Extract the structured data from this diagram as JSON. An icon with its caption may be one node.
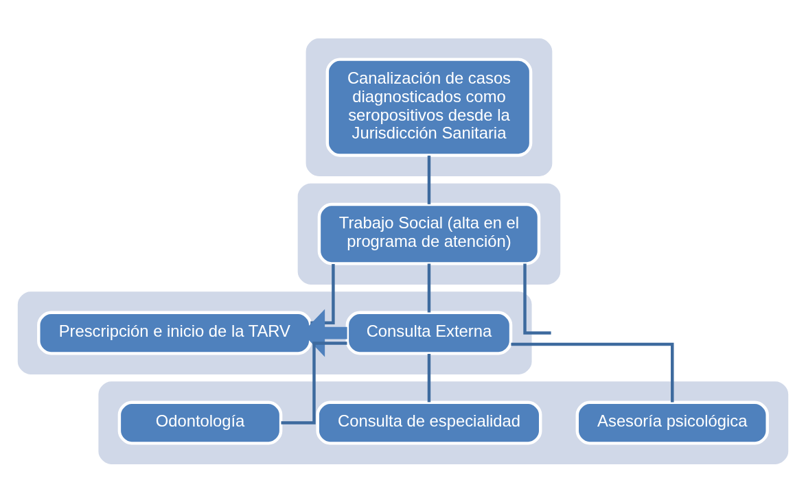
{
  "diagram": {
    "nodes": [
      {
        "text": [],
        "shape": "bar"
      },
      {
        "text": [
          "Canalización de casos diagnosticados como seropositivos desde la Jurisdicción Sanitaria"
        ],
        "in": 0
      },
      {
        "text": [],
        "shape": "bar"
      },
      {
        "text": [
          "Trabajo Social (alta en el programa de atención)"
        ],
        "in": 2
      },
      {
        "text": [],
        "shape": "bar"
      },
      {
        "text": [
          "Consulta Externa"
        ],
        "in": 4
      },
      {
        "text": [
          "Prescripción e inicio de la TARV"
        ],
        "in": 4
      },
      {
        "text": [],
        "shape": "bar"
      },
      {
        "text": [
          "Asesoría psicológica"
        ],
        "in": 7
      },
      {
        "text": [
          "Consulta de especialidad"
        ],
        "in": 7
      },
      {
        "text": [
          "Odontología"
        ],
        "in": 7
      }
    ],
    "edges": [
      {
        "from": 1,
        "to": 3,
        "arrow": "none"
      },
      {
        "from": 3,
        "to": 5,
        "arrow": "none"
      },
      {
        "from": 3,
        "to": null,
        "arrow": "none"
      },
      {
        "from": 3,
        "to": 6,
        "arrow": "none"
      },
      {
        "from": 5,
        "to": 6,
        "arrow": "to",
        "style": "thick"
      },
      {
        "from": 5,
        "to": 8,
        "arrow": "none"
      },
      {
        "from": 5,
        "to": 9,
        "arrow": "none"
      },
      {
        "from": 5,
        "to": 10,
        "arrow": "none"
      }
    ]
  }
}
